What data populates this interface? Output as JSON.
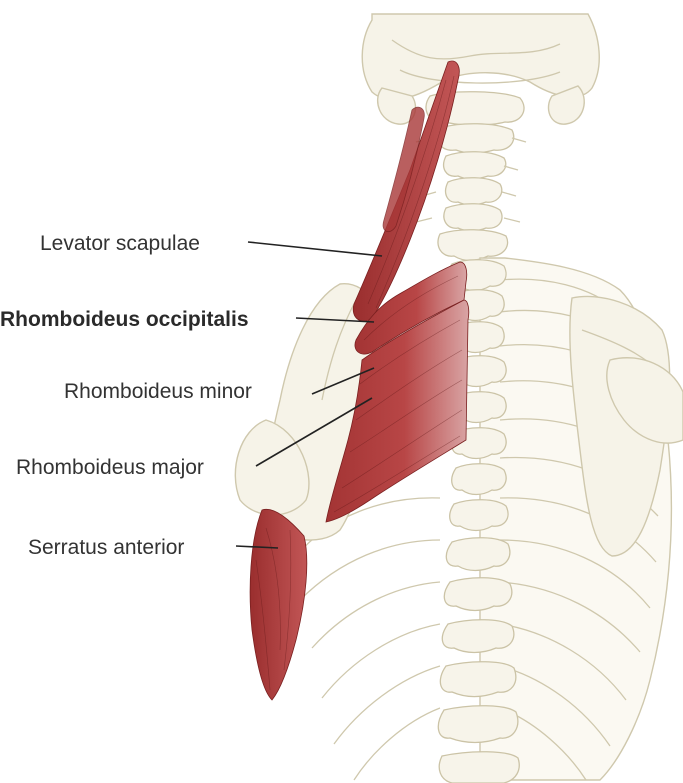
{
  "labels": {
    "levator_scapulae": "Levator scapulae",
    "rhomboideus_occipitalis": "Rhomboideus occipitalis",
    "rhomboideus_minor": "Rhomboideus minor",
    "rhomboideus_major": "Rhomboideus major",
    "serratus_anterior": "Serratus anterior"
  },
  "colors": {
    "muscle": "#b23c3c",
    "muscle_dark": "#8e2a2a",
    "bone": "#f6f3e8",
    "bone_outline": "#cfc8ad",
    "label_text": "#333333"
  }
}
